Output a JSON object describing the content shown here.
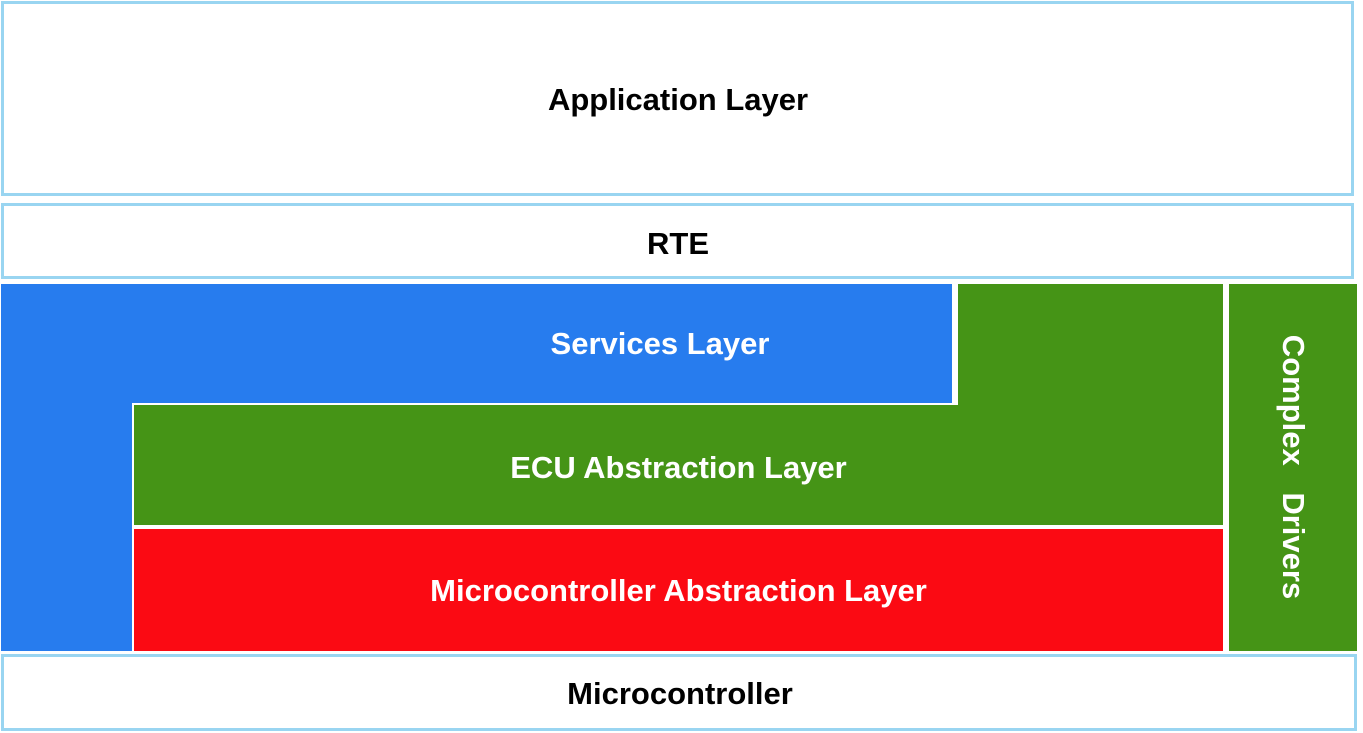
{
  "layers": {
    "application": "Application Layer",
    "rte": "RTE",
    "services": "Services Layer",
    "ecu_abstraction": "ECU Abstraction Layer",
    "microcontroller_abstraction": "Microcontroller Abstraction Layer",
    "complex_drivers": "Complex  Drivers",
    "microcontroller": "Microcontroller"
  },
  "colors": {
    "outline_border": "#99d5f1",
    "services_blue": "#277cee",
    "abstraction_green": "#459416",
    "mcal_red": "#fb0a13",
    "dark_text": "#000000",
    "light_text": "#ffffff"
  }
}
